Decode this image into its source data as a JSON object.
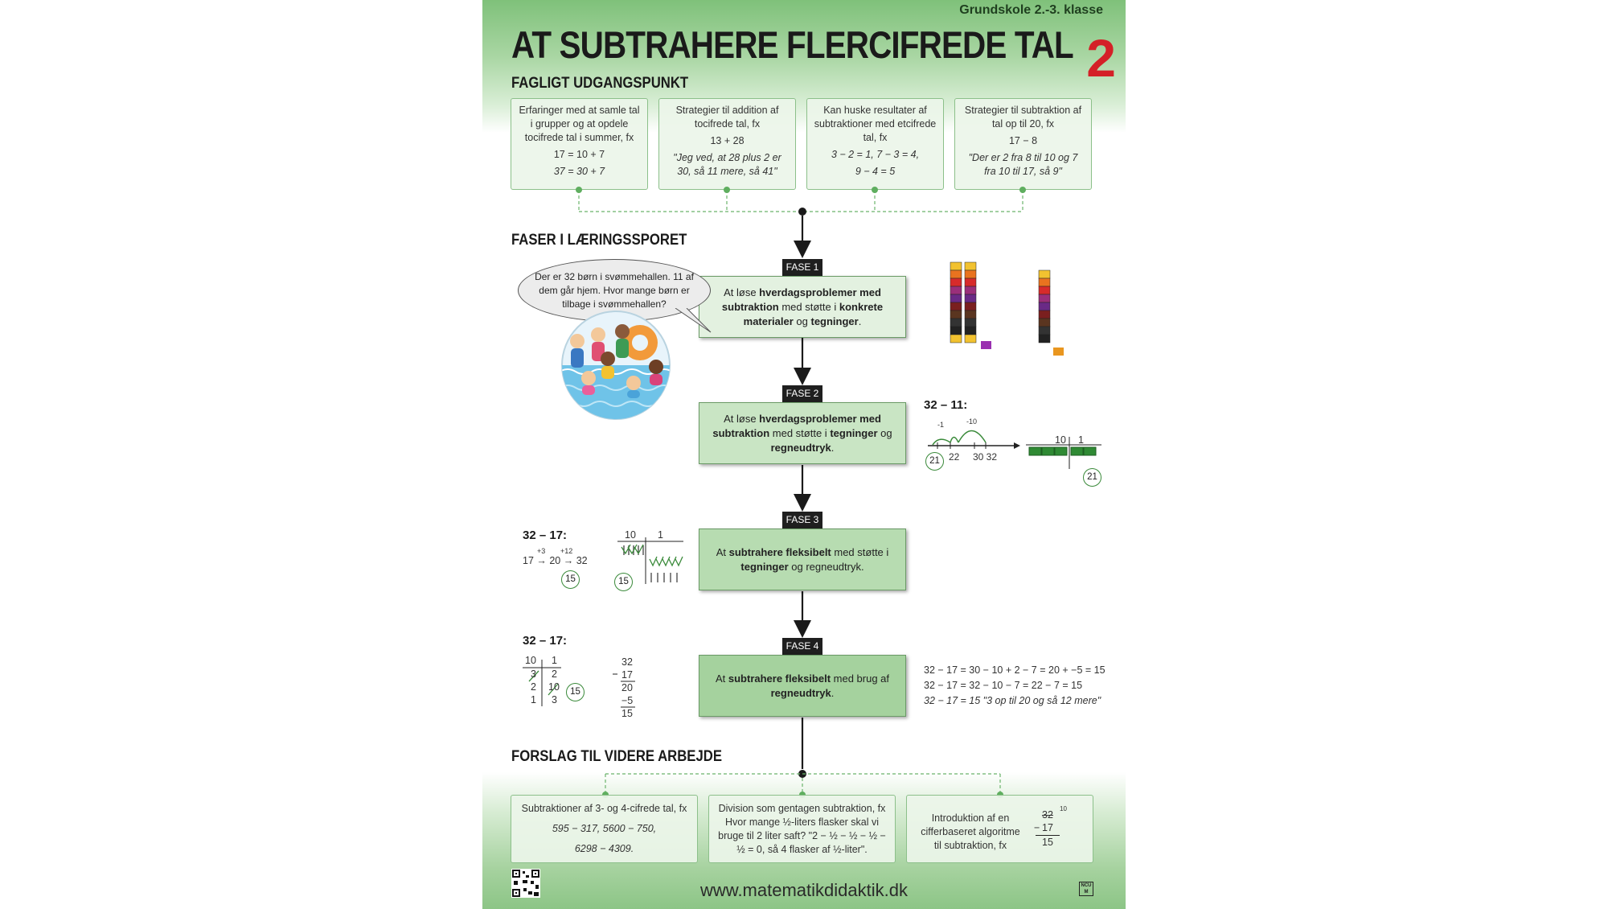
{
  "grade": "Grundskole 2.-3. klasse",
  "title": "AT SUBTRAHERE FLERCIFREDE TAL",
  "level": "2",
  "sections": {
    "start": "FAGLIGT UDGANGSPUNKT",
    "phases": "FASER I LÆRINGSSPORET",
    "further": "FORSLAG TIL VIDERE ARBEJDE"
  },
  "start_boxes": [
    {
      "text": "Erfaringer med at samle tal i grupper og at opdele tocifrede tal i summer, fx",
      "line1": "17 = 10 + 7",
      "line2": "37 = 30 + 7"
    },
    {
      "text": "Strategier til addition af tocifrede tal, fx",
      "line1": "13 + 28",
      "line2": "\"Jeg ved, at 28 plus 2 er 30, så 11 mere, så 41\""
    },
    {
      "text": "Kan huske resultater af subtraktioner med etcifrede tal, fx",
      "line1": "3 − 2 = 1, 7 − 3 = 4,",
      "line2": "9 − 4 = 5"
    },
    {
      "text": "Strategier til subtraktion af tal op til 20, fx",
      "line1": "17 − 8",
      "line2": "\"Der er 2 fra 8 til 10 og 7 fra 10 til 17, så 9\""
    }
  ],
  "phases": [
    {
      "tag": "FASE 1",
      "html": "At løse <b>hverdagsproblemer med subtraktion</b> med støtte i <b>konkrete materialer</b> og <b>tegninger</b>."
    },
    {
      "tag": "FASE 2",
      "html": "At løse <b>hverdagsproblemer med subtraktion</b> med støtte i <b>tegninger</b> og <b>regneudtryk</b>."
    },
    {
      "tag": "FASE 3",
      "html": "At <b>subtrahere fleksibelt</b> med støtte i <b>tegninger</b> og regneudtryk."
    },
    {
      "tag": "FASE 4",
      "html": "At <b>subtrahere fleksibelt</b> med brug af <b>regneudtryk</b>."
    }
  ],
  "bubble": "Der er 32 børn i svømmehallen. 11 af dem går hjem. Hvor mange børn er tilbage i svømmehallen?",
  "phase2_example": {
    "title": "32 – 11:",
    "jump1": "-1",
    "jump2": "-10",
    "ticks": [
      "22",
      "30 32"
    ],
    "answer": "21",
    "tens_label": "10",
    "ones_label": "1",
    "answer2": "21"
  },
  "phase3_example": {
    "title": "32 – 17:",
    "step1": "+3",
    "step2": "+12",
    "chain": "17 → 20 → 32",
    "answer": "15",
    "tens_label": "10",
    "ones_label": "1",
    "answer2": "15"
  },
  "phase4_example": {
    "title": "32 – 17:",
    "tens_label": "10",
    "ones_label": "1",
    "rows": [
      [
        "3",
        "2"
      ],
      [
        "2",
        "10"
      ],
      [
        "1",
        "3"
      ]
    ],
    "answer": "15",
    "column": [
      "32",
      "17",
      "20",
      "−5",
      "15"
    ],
    "equations": [
      "32 − 17 = 30 − 10 + 2 − 7 = 20 + −5 = 15",
      "32 − 17 = 32 − 10 − 7 = 22 − 7 = 15",
      "32 − 17 = 15 \"3 op til 20 og så 12 mere\""
    ]
  },
  "further_boxes": [
    {
      "text": "Subtraktioner af 3- og 4-cifrede tal, fx",
      "line1": "595 − 317,  5600 − 750,",
      "line2": "6298 − 4309."
    },
    {
      "text": "Division som gentagen subtraktion, fx Hvor mange ½-liters flasker skal vi bruge til 2 liter saft? \"2 − ½ − ½ − ½ − ½ = 0, så 4 flasker af ½-liter\"."
    },
    {
      "text": "Introduktion af en cifferbaseret algoritme til subtraktion, fx",
      "a": "32",
      "carry": "10",
      "b": "17",
      "c": "15"
    }
  ],
  "url": "www.matematikdidaktik.dk",
  "logo": "NCUM",
  "colors": {
    "accent_green": "#7fc17a",
    "phase_green": "#b5dbaf",
    "level_red": "#d42027",
    "tag_black": "#1f1f1f"
  }
}
